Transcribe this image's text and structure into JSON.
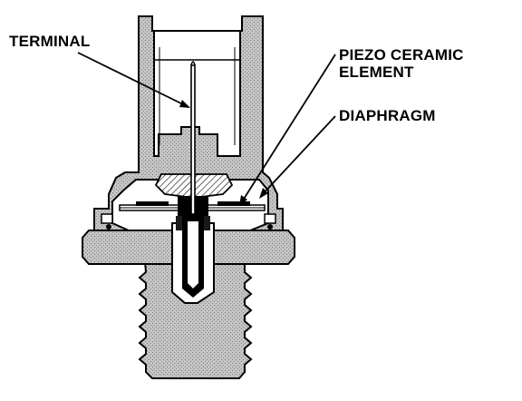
{
  "labels": {
    "terminal": "TERMINAL",
    "piezo_line1": "PIEZO CERAMIC",
    "piezo_line2": "ELEMENT",
    "diaphragm": "DIAPHRAGM"
  },
  "colors": {
    "background": "#ffffff",
    "ink": "#000000",
    "housing_stipple": "#bdbdbd",
    "bolt_stipple": "#bfbfbf"
  }
}
